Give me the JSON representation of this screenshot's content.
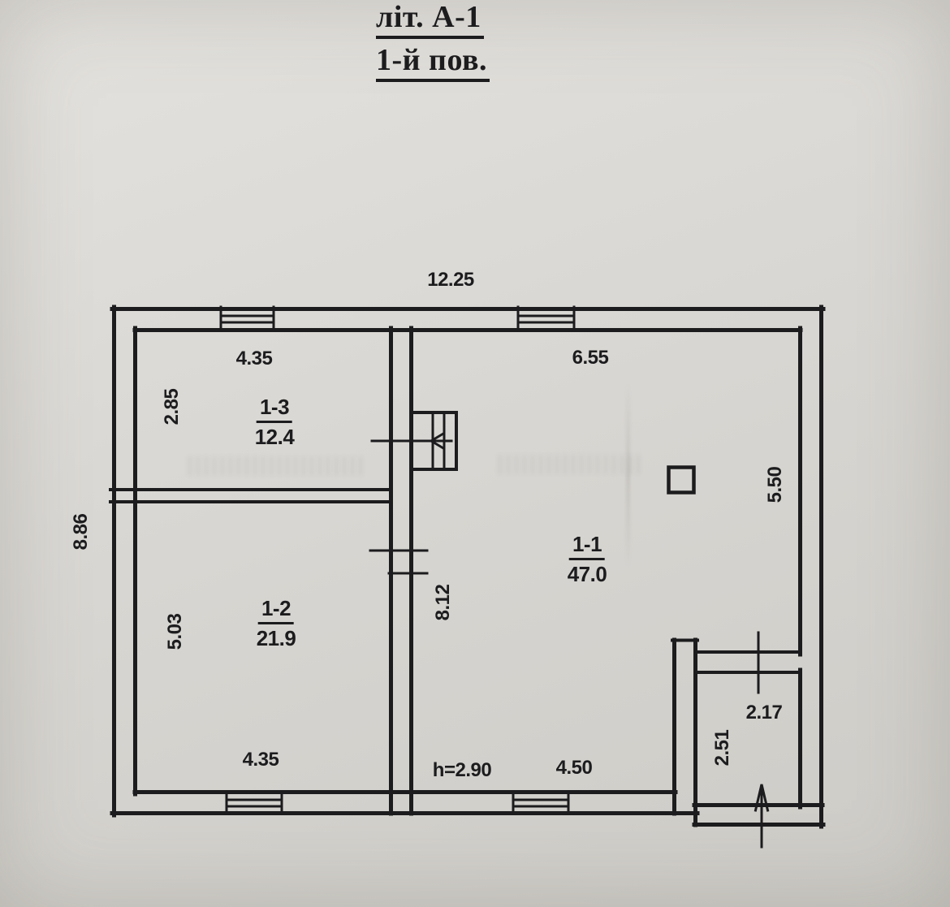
{
  "colors": {
    "ink": "#1c1c1e",
    "paper_light": "#e4e2de",
    "paper_mid": "#d9d7d3",
    "paper_dark": "#cdcbc6"
  },
  "title": {
    "line1": "літ. А-1",
    "line2": "1-й пов."
  },
  "rooms": {
    "r11": {
      "number": "1-1",
      "area": "47.0"
    },
    "r12": {
      "number": "1-2",
      "area": "21.9"
    },
    "r13": {
      "number": "1-3",
      "area": "12.4"
    }
  },
  "dimensions": {
    "overall_width": "12.25",
    "overall_depth": "8.86",
    "room13_width": "4.35",
    "room13_depth": "2.85",
    "room11_width_top": "6.55",
    "room11_depth": "5.50",
    "room12_depth": "5.03",
    "inner_length": "8.12",
    "room12_width_bottom": "4.35",
    "ceiling_height": "h=2.90",
    "room11_width_bottom": "4.50",
    "porch_width": "2.17",
    "porch_depth": "2.51"
  },
  "symbols": {
    "window_icon": "double-line-window",
    "stairs_icon": "staircase-with-left-arrow",
    "entrance_icon": "entrance-arrow-up",
    "stove_icon": "stove-square",
    "door_icon": "door-opening-tick"
  }
}
